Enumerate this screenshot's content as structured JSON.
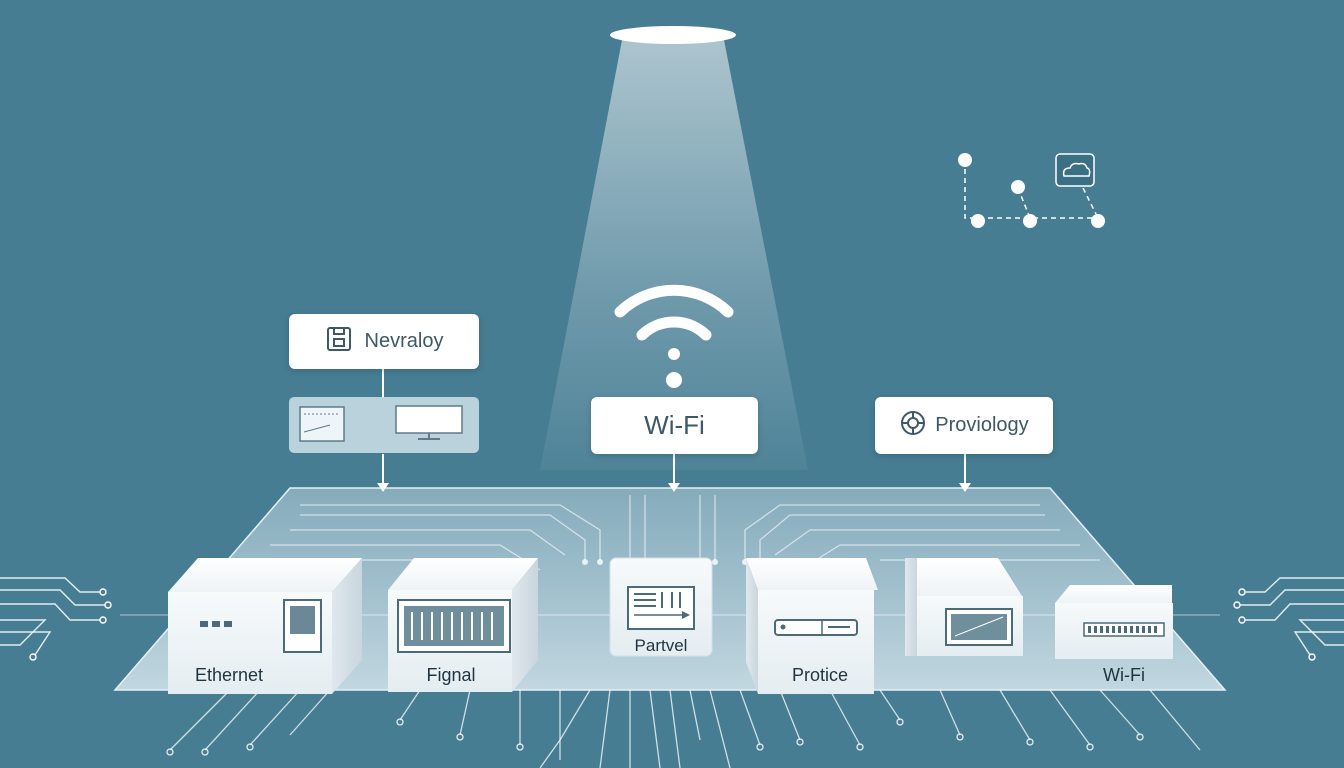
{
  "colors": {
    "background": "#467d93",
    "panel": "#cfe0e8",
    "box": "#ffffff",
    "line": "#ffffff",
    "text": "#1f3440"
  },
  "top_labels": {
    "left": {
      "text": "Nevraloy",
      "icon": "document-icon"
    },
    "center": {
      "text": "Wi-Fi",
      "icon": "wifi-icon"
    },
    "right": {
      "text": "Proviology",
      "icon": "globe-icon"
    }
  },
  "devices": [
    {
      "label": "Ethernet",
      "icon": "server-icon"
    },
    {
      "label": "Fignal",
      "icon": "switch-icon"
    },
    {
      "label": "Partvel",
      "icon": "panel-icon"
    },
    {
      "label": "Protice",
      "icon": "router-icon"
    },
    {
      "label": "",
      "icon": "monitor-icon"
    },
    {
      "label": "Wi-Fi",
      "icon": "access-point-icon"
    }
  ],
  "decor": {
    "workstation": "computer-monitor-icon",
    "network_graph": "node-graph-icon",
    "cloud": "cloud-icon",
    "spotlight": "spotlight-icon"
  }
}
